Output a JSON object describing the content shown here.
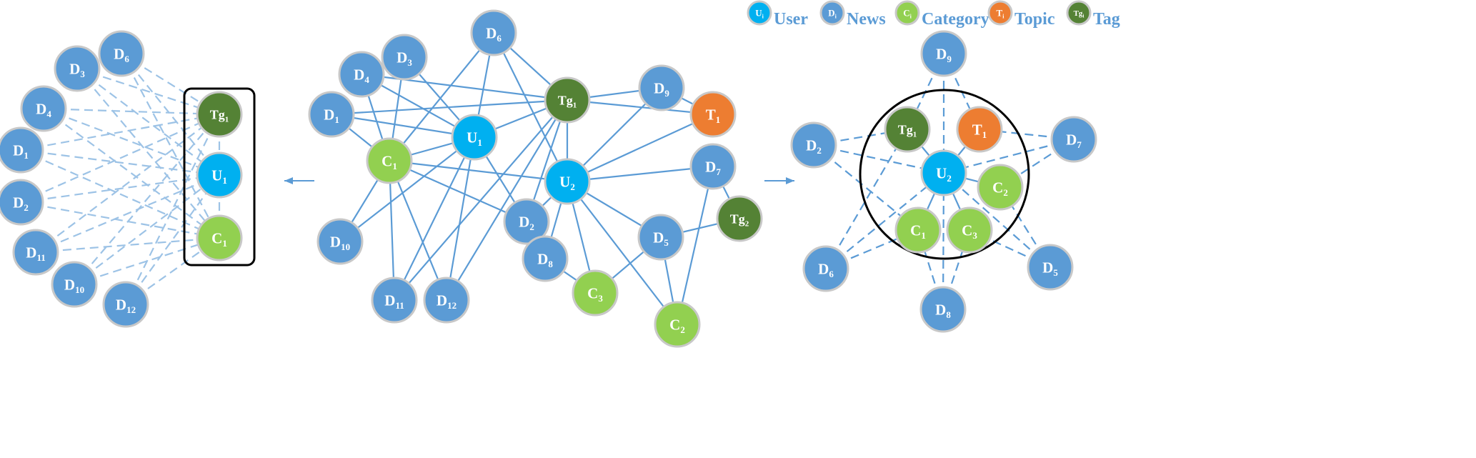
{
  "legend": [
    {
      "type": "user",
      "base": "U",
      "sub": "i",
      "label": "User"
    },
    {
      "type": "news",
      "base": "D",
      "sub": "i",
      "label": "News"
    },
    {
      "type": "category",
      "base": "C",
      "sub": "i",
      "label": "Category"
    },
    {
      "type": "topic",
      "base": "T",
      "sub": "i",
      "label": "Topic"
    },
    {
      "type": "tag",
      "base": "Tg",
      "sub": "i",
      "label": "Tag"
    }
  ],
  "colors": {
    "user": "#00b0f0",
    "news": "#5b9bd5",
    "category": "#92d050",
    "topic": "#ed7d31",
    "tag": "#548235",
    "edge": "#5b9bd5",
    "edge_light": "#9dc3e6",
    "frame": "#000000"
  },
  "graphs": [
    {
      "name": "left",
      "nodes": [
        {
          "id": "D6",
          "type": "news",
          "base": "D",
          "sub": "6"
        },
        {
          "id": "D3",
          "type": "news",
          "base": "D",
          "sub": "3"
        },
        {
          "id": "D4",
          "type": "news",
          "base": "D",
          "sub": "4"
        },
        {
          "id": "D1",
          "type": "news",
          "base": "D",
          "sub": "1"
        },
        {
          "id": "D2",
          "type": "news",
          "base": "D",
          "sub": "2"
        },
        {
          "id": "D11",
          "type": "news",
          "base": "D",
          "sub": "11"
        },
        {
          "id": "D10",
          "type": "news",
          "base": "D",
          "sub": "10"
        },
        {
          "id": "D12",
          "type": "news",
          "base": "D",
          "sub": "12"
        },
        {
          "id": "Tg1",
          "type": "tag",
          "base": "Tg",
          "sub": "1"
        },
        {
          "id": "U1",
          "type": "user",
          "base": "U",
          "sub": "1"
        },
        {
          "id": "C1",
          "type": "category",
          "base": "C",
          "sub": "1"
        }
      ]
    },
    {
      "name": "center",
      "nodes": [
        {
          "id": "D6",
          "type": "news",
          "base": "D",
          "sub": "6"
        },
        {
          "id": "D3",
          "type": "news",
          "base": "D",
          "sub": "3"
        },
        {
          "id": "D4",
          "type": "news",
          "base": "D",
          "sub": "4"
        },
        {
          "id": "D1",
          "type": "news",
          "base": "D",
          "sub": "1"
        },
        {
          "id": "C1",
          "type": "category",
          "base": "C",
          "sub": "1"
        },
        {
          "id": "U1",
          "type": "user",
          "base": "U",
          "sub": "1"
        },
        {
          "id": "Tg1",
          "type": "tag",
          "base": "Tg",
          "sub": "1"
        },
        {
          "id": "D9",
          "type": "news",
          "base": "D",
          "sub": "9"
        },
        {
          "id": "T1",
          "type": "topic",
          "base": "T",
          "sub": "1"
        },
        {
          "id": "U2",
          "type": "user",
          "base": "U",
          "sub": "2"
        },
        {
          "id": "D7",
          "type": "news",
          "base": "D",
          "sub": "7"
        },
        {
          "id": "Tg2",
          "type": "tag",
          "base": "Tg",
          "sub": "2"
        },
        {
          "id": "D2",
          "type": "news",
          "base": "D",
          "sub": "2"
        },
        {
          "id": "D5",
          "type": "news",
          "base": "D",
          "sub": "5"
        },
        {
          "id": "D10",
          "type": "news",
          "base": "D",
          "sub": "10"
        },
        {
          "id": "D8",
          "type": "news",
          "base": "D",
          "sub": "8"
        },
        {
          "id": "C3",
          "type": "category",
          "base": "C",
          "sub": "3"
        },
        {
          "id": "D11",
          "type": "news",
          "base": "D",
          "sub": "11"
        },
        {
          "id": "D12",
          "type": "news",
          "base": "D",
          "sub": "12"
        },
        {
          "id": "C2",
          "type": "category",
          "base": "C",
          "sub": "2"
        }
      ]
    },
    {
      "name": "right",
      "nodes": [
        {
          "id": "D9",
          "type": "news",
          "base": "D",
          "sub": "9"
        },
        {
          "id": "Tg1",
          "type": "tag",
          "base": "Tg",
          "sub": "1"
        },
        {
          "id": "T1",
          "type": "topic",
          "base": "T",
          "sub": "1"
        },
        {
          "id": "D2",
          "type": "news",
          "base": "D",
          "sub": "2"
        },
        {
          "id": "U2",
          "type": "user",
          "base": "U",
          "sub": "2"
        },
        {
          "id": "D7",
          "type": "news",
          "base": "D",
          "sub": "7"
        },
        {
          "id": "C2",
          "type": "category",
          "base": "C",
          "sub": "2"
        },
        {
          "id": "C1",
          "type": "category",
          "base": "C",
          "sub": "1"
        },
        {
          "id": "C3",
          "type": "category",
          "base": "C",
          "sub": "3"
        },
        {
          "id": "D6",
          "type": "news",
          "base": "D",
          "sub": "6"
        },
        {
          "id": "D5",
          "type": "news",
          "base": "D",
          "sub": "5"
        },
        {
          "id": "D8",
          "type": "news",
          "base": "D",
          "sub": "8"
        }
      ]
    }
  ]
}
